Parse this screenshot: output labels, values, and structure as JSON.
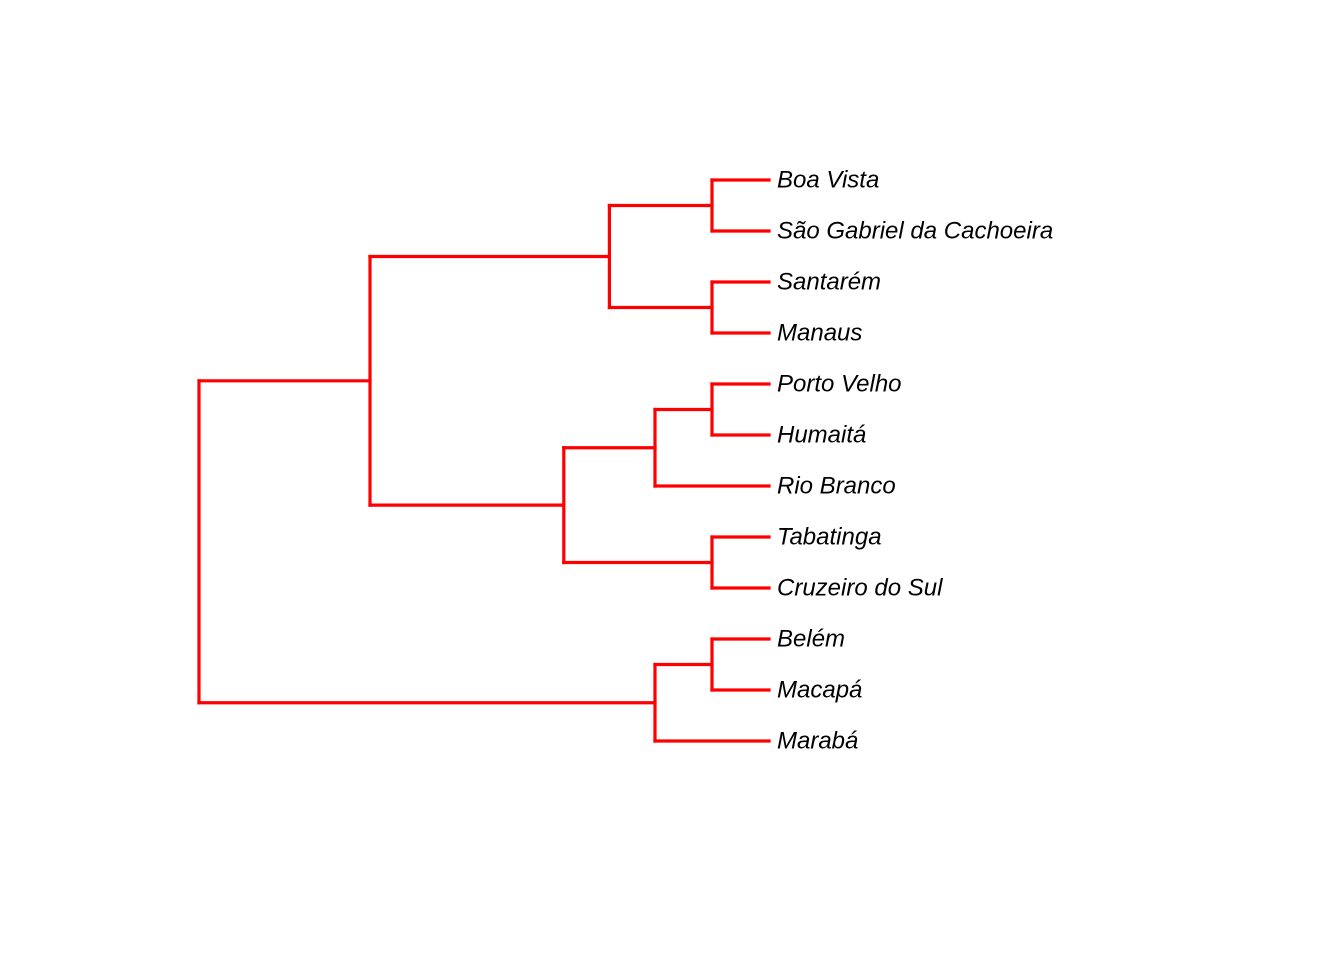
{
  "chart_data": {
    "type": "dendrogram",
    "orientation": "left-to-right",
    "title": "",
    "branch_color": "#ff0000",
    "label_color": "#000000",
    "label_style": "italic",
    "leaves": [
      "Boa Vista",
      "São Gabriel da Cachoeira",
      "Santarém",
      "Manaus",
      "Porto Velho",
      "Humaitá",
      "Rio Branco",
      "Tabatinga",
      "Cruzeiro do Sul",
      "Belém",
      "Macapá",
      "Marabá"
    ],
    "tree": {
      "h": 1.0,
      "children": [
        {
          "h": 0.7,
          "children": [
            {
              "h": 0.28,
              "children": [
                {
                  "h": 0.1,
                  "children": [
                    {
                      "leaf": 0
                    },
                    {
                      "leaf": 1
                    }
                  ]
                },
                {
                  "h": 0.1,
                  "children": [
                    {
                      "leaf": 2
                    },
                    {
                      "leaf": 3
                    }
                  ]
                }
              ]
            },
            {
              "h": 0.36,
              "children": [
                {
                  "h": 0.2,
                  "children": [
                    {
                      "h": 0.1,
                      "children": [
                        {
                          "leaf": 4
                        },
                        {
                          "leaf": 5
                        }
                      ]
                    },
                    {
                      "leaf": 6
                    }
                  ]
                },
                {
                  "h": 0.1,
                  "children": [
                    {
                      "leaf": 7
                    },
                    {
                      "leaf": 8
                    }
                  ]
                }
              ]
            }
          ]
        },
        {
          "h": 0.2,
          "children": [
            {
              "h": 0.1,
              "children": [
                {
                  "leaf": 9
                },
                {
                  "leaf": 10
                }
              ]
            },
            {
              "leaf": 11
            }
          ]
        }
      ]
    }
  }
}
